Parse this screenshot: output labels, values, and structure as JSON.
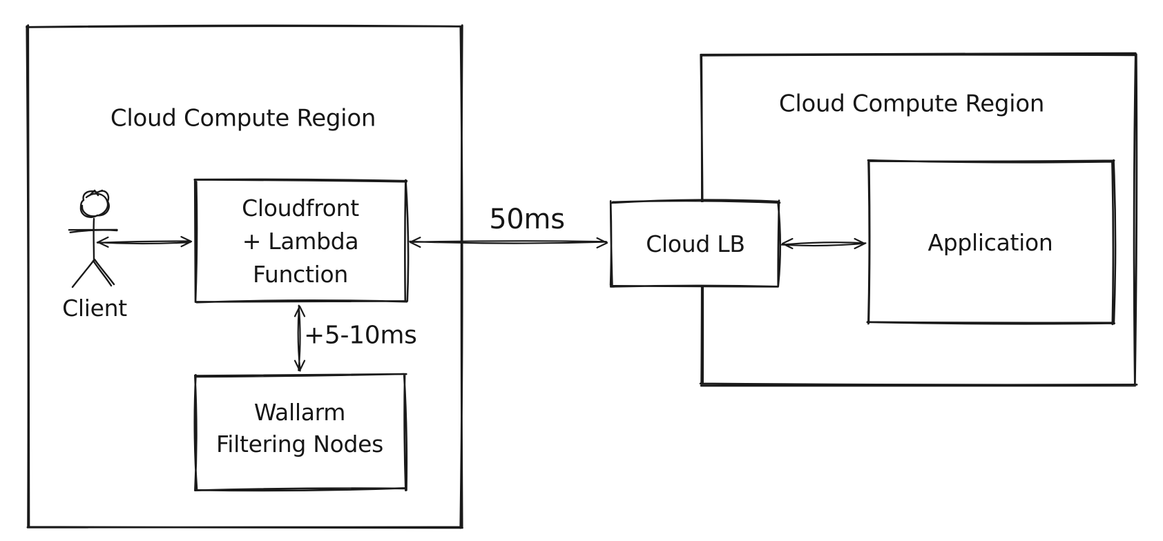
{
  "colors": {
    "stroke": "#1a1a1a",
    "background": "#ffffff",
    "text": "#161616"
  },
  "regions": [
    {
      "id": "left",
      "title": "Cloud Compute Region"
    },
    {
      "id": "right",
      "title": "Cloud Compute Region"
    }
  ],
  "nodes": {
    "client": {
      "label": "Client",
      "icon": "stick-figure-icon"
    },
    "cloudfront": {
      "lines": [
        "Cloudfront",
        "+ Lambda",
        "Function"
      ]
    },
    "wallarm": {
      "lines": [
        "Wallarm",
        "Filtering Nodes"
      ]
    },
    "cloud_lb": {
      "label": "Cloud LB"
    },
    "application": {
      "label": "Application"
    }
  },
  "edges": [
    {
      "from": "client",
      "to": "cloudfront",
      "label": "",
      "direction": "both"
    },
    {
      "from": "cloudfront",
      "to": "cloud_lb",
      "label": "50ms",
      "direction": "both"
    },
    {
      "from": "cloud_lb",
      "to": "application",
      "label": "",
      "direction": "both"
    },
    {
      "from": "cloudfront",
      "to": "wallarm",
      "label": "+5-10ms",
      "direction": "both"
    }
  ]
}
